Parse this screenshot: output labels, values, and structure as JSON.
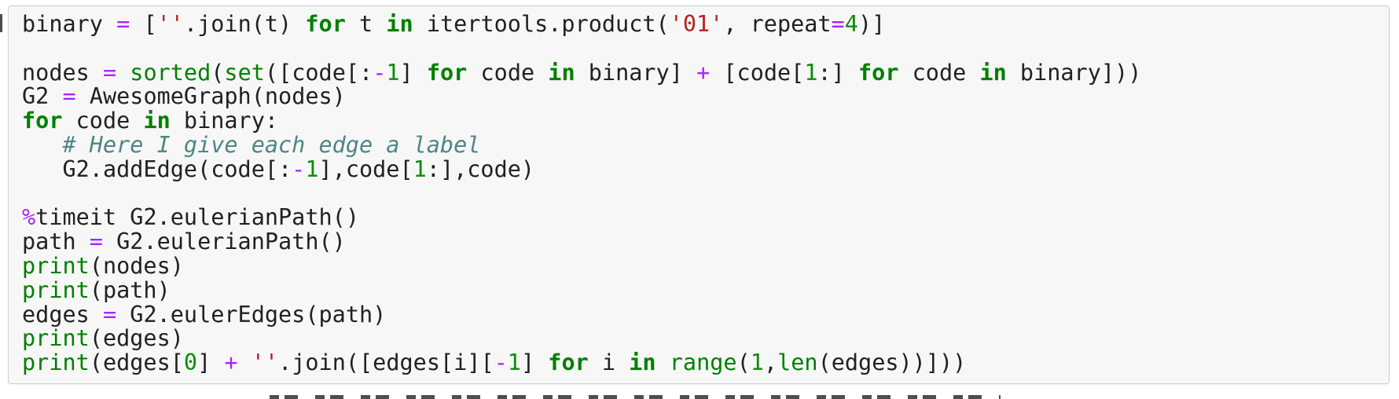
{
  "colors": {
    "cell_bg": "#f7f7f7",
    "cell_border": "#cfcfcf",
    "tok_plain": "#212121",
    "tok_keyword": "#008000",
    "tok_builtin": "#008000",
    "tok_number": "#0a8c0a",
    "tok_operator": "#AA22FF",
    "tok_string": "#BA2121",
    "tok_comment": "#4f8585",
    "tok_magic": "#AA22FF"
  },
  "cell": {
    "code_text": "binary = [''.join(t) for t in itertools.product('01', repeat=4)]\n\nnodes = sorted(set([code[:-1] for code in binary] + [code[1:] for code in binary]))\nG2 = AwesomeGraph(nodes)\nfor code in binary:\n   # Here I give each edge a label\n   G2.addEdge(code[:-1],code[1:],code)\n\n%timeit G2.eulerianPath()\npath = G2.eulerianPath()\nprint(nodes)\nprint(path)\nedges = G2.eulerEdges(path)\nprint(edges)\nprint(edges[0] + ''.join([edges[i][-1] for i in range(1,len(edges))]))",
    "lines": [
      [
        {
          "c": "p",
          "t": "binary "
        },
        {
          "c": "o",
          "t": "="
        },
        {
          "c": "p",
          "t": " ["
        },
        {
          "c": "s",
          "t": "''"
        },
        {
          "c": "p",
          "t": ".join(t) "
        },
        {
          "c": "k",
          "t": "for"
        },
        {
          "c": "p",
          "t": " t "
        },
        {
          "c": "k",
          "t": "in"
        },
        {
          "c": "p",
          "t": " itertools.product("
        },
        {
          "c": "s",
          "t": "'01'"
        },
        {
          "c": "p",
          "t": ", repeat"
        },
        {
          "c": "o",
          "t": "="
        },
        {
          "c": "n",
          "t": "4"
        },
        {
          "c": "p",
          "t": ")]"
        }
      ],
      [],
      [
        {
          "c": "p",
          "t": "nodes "
        },
        {
          "c": "o",
          "t": "="
        },
        {
          "c": "p",
          "t": " "
        },
        {
          "c": "b",
          "t": "sorted"
        },
        {
          "c": "p",
          "t": "("
        },
        {
          "c": "b",
          "t": "set"
        },
        {
          "c": "p",
          "t": "([code[:"
        },
        {
          "c": "o",
          "t": "-"
        },
        {
          "c": "n",
          "t": "1"
        },
        {
          "c": "p",
          "t": "] "
        },
        {
          "c": "k",
          "t": "for"
        },
        {
          "c": "p",
          "t": " code "
        },
        {
          "c": "k",
          "t": "in"
        },
        {
          "c": "p",
          "t": " binary] "
        },
        {
          "c": "o",
          "t": "+"
        },
        {
          "c": "p",
          "t": " [code["
        },
        {
          "c": "n",
          "t": "1"
        },
        {
          "c": "p",
          "t": ":] "
        },
        {
          "c": "k",
          "t": "for"
        },
        {
          "c": "p",
          "t": " code "
        },
        {
          "c": "k",
          "t": "in"
        },
        {
          "c": "p",
          "t": " binary]))"
        }
      ],
      [
        {
          "c": "p",
          "t": "G2 "
        },
        {
          "c": "o",
          "t": "="
        },
        {
          "c": "p",
          "t": " AwesomeGraph(nodes)"
        }
      ],
      [
        {
          "c": "k",
          "t": "for"
        },
        {
          "c": "p",
          "t": " code "
        },
        {
          "c": "k",
          "t": "in"
        },
        {
          "c": "p",
          "t": " binary:"
        }
      ],
      [
        {
          "c": "p",
          "t": "   "
        },
        {
          "c": "c",
          "t": "# Here I give each edge a label"
        }
      ],
      [
        {
          "c": "p",
          "t": "   G2.addEdge(code[:"
        },
        {
          "c": "o",
          "t": "-"
        },
        {
          "c": "n",
          "t": "1"
        },
        {
          "c": "p",
          "t": "],code["
        },
        {
          "c": "n",
          "t": "1"
        },
        {
          "c": "p",
          "t": ":],code)"
        }
      ],
      [],
      [
        {
          "c": "m",
          "t": "%"
        },
        {
          "c": "p",
          "t": "timeit G2.eulerianPath()"
        }
      ],
      [
        {
          "c": "p",
          "t": "path "
        },
        {
          "c": "o",
          "t": "="
        },
        {
          "c": "p",
          "t": " G2.eulerianPath()"
        }
      ],
      [
        {
          "c": "b",
          "t": "print"
        },
        {
          "c": "p",
          "t": "(nodes)"
        }
      ],
      [
        {
          "c": "b",
          "t": "print"
        },
        {
          "c": "p",
          "t": "(path)"
        }
      ],
      [
        {
          "c": "p",
          "t": "edges "
        },
        {
          "c": "o",
          "t": "="
        },
        {
          "c": "p",
          "t": " G2.eulerEdges(path)"
        }
      ],
      [
        {
          "c": "b",
          "t": "print"
        },
        {
          "c": "p",
          "t": "(edges)"
        }
      ],
      [
        {
          "c": "b",
          "t": "print"
        },
        {
          "c": "p",
          "t": "(edges["
        },
        {
          "c": "n",
          "t": "0"
        },
        {
          "c": "p",
          "t": "] "
        },
        {
          "c": "o",
          "t": "+"
        },
        {
          "c": "p",
          "t": " "
        },
        {
          "c": "s",
          "t": "''"
        },
        {
          "c": "p",
          "t": ".join([edges[i]["
        },
        {
          "c": "o",
          "t": "-"
        },
        {
          "c": "n",
          "t": "1"
        },
        {
          "c": "p",
          "t": "] "
        },
        {
          "c": "k",
          "t": "for"
        },
        {
          "c": "p",
          "t": " i "
        },
        {
          "c": "k",
          "t": "in"
        },
        {
          "c": "p",
          "t": " "
        },
        {
          "c": "b",
          "t": "range"
        },
        {
          "c": "p",
          "t": "("
        },
        {
          "c": "n",
          "t": "1"
        },
        {
          "c": "p",
          "t": ","
        },
        {
          "c": "b",
          "t": "len"
        },
        {
          "c": "p",
          "t": "(edges))]))"
        }
      ]
    ]
  }
}
